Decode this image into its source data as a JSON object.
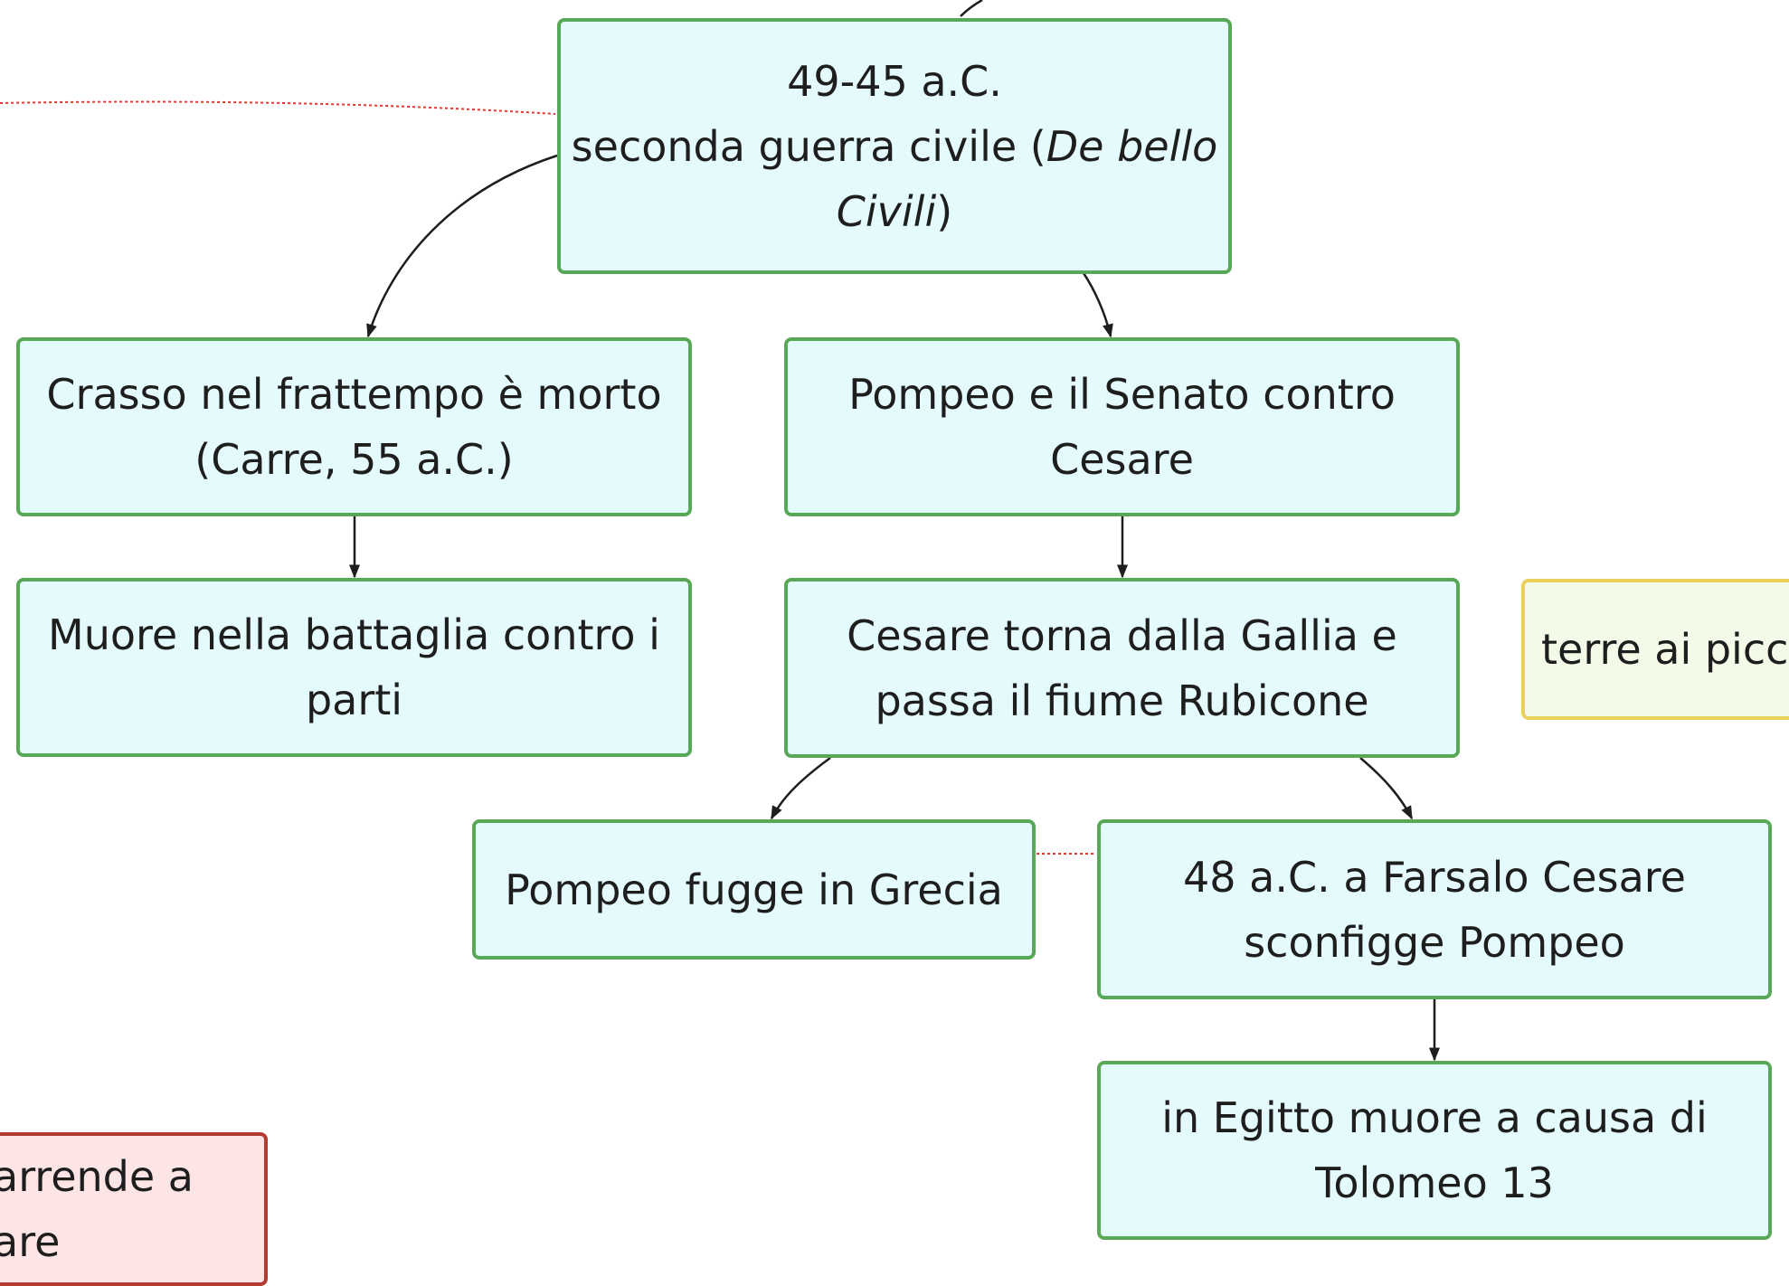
{
  "colors": {
    "node_fill": "#e4fafd",
    "node_border": "#57a957",
    "yellow_fill": "#f4fae8",
    "yellow_border": "#ead25a",
    "red_fill": "#fde5e6",
    "red_border": "#b33b32",
    "connector": "#1e1e1e",
    "dotted_link": "#e23b32"
  },
  "nodes": {
    "civil_war": {
      "line1": "49-45 a.C.",
      "line2_prefix": "seconda guerra civile (",
      "line2_italic": "De bello",
      "line3_italic": "Civili",
      "line3_suffix": ")"
    },
    "crassus": {
      "line1": "Crasso nel frattempo è morto",
      "line2": "(Carre, 55 a.C.)"
    },
    "crassus_dies": {
      "line1": "Muore nella battaglia contro i",
      "line2": "parti"
    },
    "pompey_senate": {
      "line1": "Pompeo e il Senato contro",
      "line2": "Cesare"
    },
    "rubicon": {
      "line1": "Cesare torna dalla Gallia e",
      "line2": "passa il fiume Rubicone"
    },
    "pompey_flees": {
      "line1": "Pompeo fugge in Grecia"
    },
    "pharsalus": {
      "line1": "48 a.C. a Farsalo Cesare",
      "line2": "sconfigge Pompeo"
    },
    "egypt": {
      "line1": "in Egitto muore a causa di",
      "line2": "Tolomeo 13"
    },
    "lands_partial": {
      "line1": "terre ai picc"
    },
    "surrender_partial": {
      "line1": "arrende a",
      "line2": "are"
    }
  }
}
